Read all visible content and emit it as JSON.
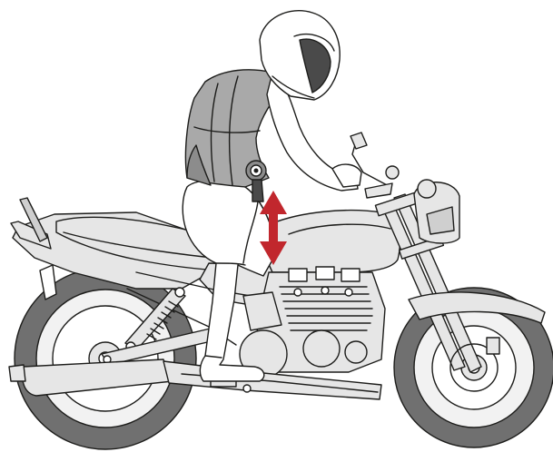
{
  "colors": {
    "background": "#ffffff",
    "outline": "#1d1d1b",
    "bike_body": "#e6e6e6",
    "bike_shade": "#cfcfcf",
    "tyre": "#707070",
    "rim": "#f2f2f2",
    "vest": "#a9a9a9",
    "vest_dark": "#8c8c8c",
    "rider": "#ffffff",
    "visor_dark": "#4a4a4a",
    "arrow": "#c1272d"
  },
  "icons": {
    "motorcycle": "motorcycle-illustration",
    "rider": "rider-figure",
    "airbag_vest": "airbag-vest",
    "tether": "tether-cord",
    "arrow": "double-headed-arrow"
  },
  "arrow": {
    "direction": "vertical",
    "heads": "both"
  }
}
